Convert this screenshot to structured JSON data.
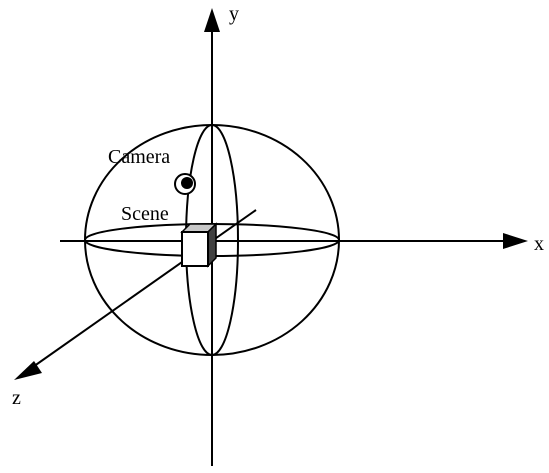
{
  "labels": {
    "x_axis": "x",
    "y_axis": "y",
    "z_axis": "z",
    "camera": "Camera",
    "scene": "Scene"
  },
  "colors": {
    "ink": "#000000",
    "background": "#ffffff",
    "cube_top": "#c8c8c8",
    "cube_side": "#404040"
  }
}
